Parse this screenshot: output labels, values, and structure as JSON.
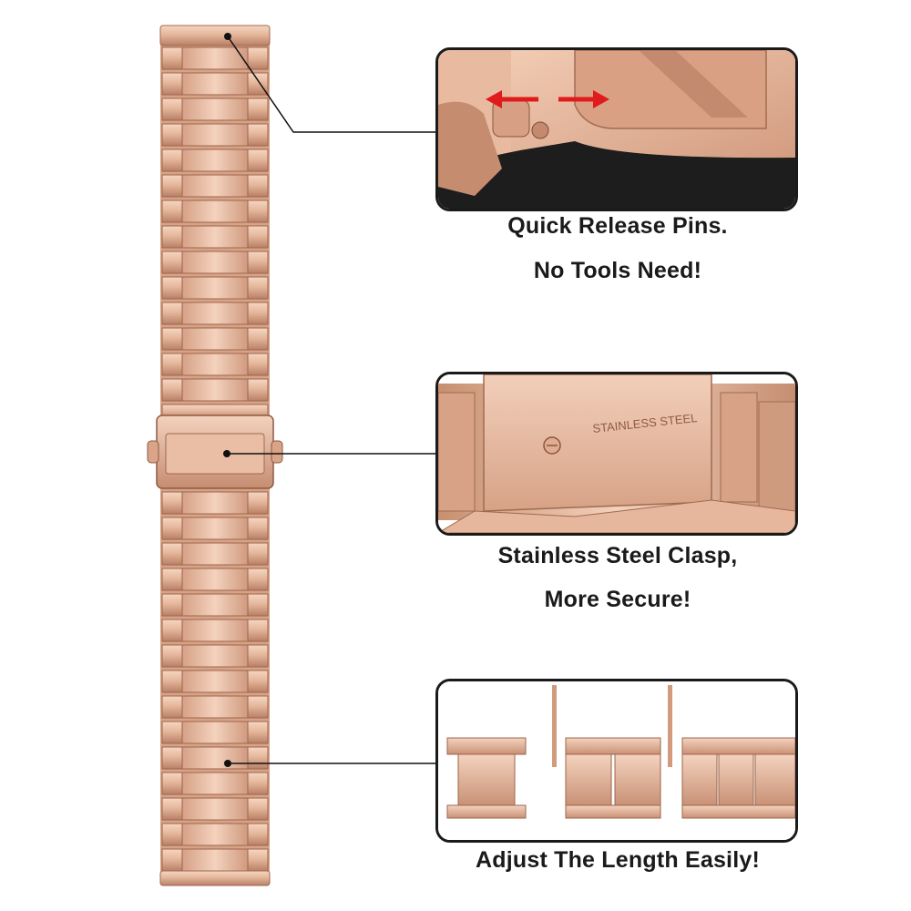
{
  "features": [
    {
      "lines": [
        "Quick Release Pins.",
        "No Tools Need!"
      ]
    },
    {
      "lines": [
        "Stainless Steel Clasp,",
        "More Secure!"
      ],
      "engraving": "STAINLESS STEEL"
    },
    {
      "lines": [
        "Adjust The Length Easily!"
      ]
    }
  ],
  "colors": {
    "rose_gold_light": "#f2cdb6",
    "rose_gold_mid": "#d9a488",
    "rose_gold_dark": "#a66e55",
    "arrow_red": "#e01b1b",
    "outline": "#1a1a1a"
  },
  "icons": [
    "release-arrows-icon",
    "clasp-screw-icon"
  ]
}
